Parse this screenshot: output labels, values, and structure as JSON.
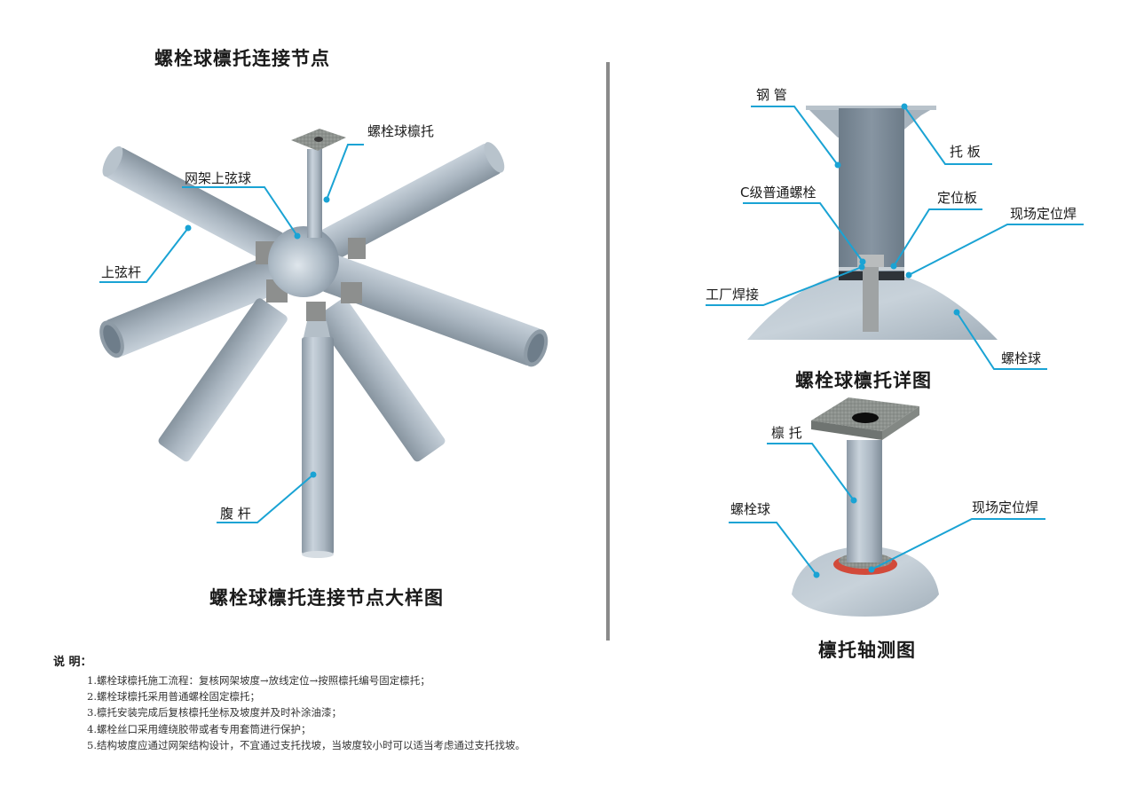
{
  "sheet": {
    "main_title": "螺栓球檩托连接节点",
    "accent_color": "#1aa3d4",
    "divider_color": "#8a8a8a"
  },
  "left_figure": {
    "caption": "螺栓球檩托连接节点大样图",
    "labels": {
      "purlin_support": "螺栓球檩托",
      "upper_chord_ball": "网架上弦球",
      "upper_chord_bar": "上弦杆",
      "web_bar": "腹 杆"
    }
  },
  "detail_figure": {
    "caption": "螺栓球檩托详图",
    "labels": {
      "steel_pipe": "钢 管",
      "support_plate": "托 板",
      "c_grade_bolt": "C级普通螺栓",
      "positioning_plate": "定位板",
      "field_tack_weld": "现场定位焊",
      "factory_weld": "工厂焊接",
      "bolt_ball": "螺栓球"
    }
  },
  "axonometric_figure": {
    "caption": "檩托轴测图",
    "labels": {
      "purlin_support": "檩 托",
      "bolt_ball": "螺栓球",
      "field_tack_weld": "现场定位焊"
    }
  },
  "notes": {
    "heading": "说  明：",
    "items": [
      "1.螺栓球檩托施工流程：复核网架坡度→放线定位→按照檩托编号固定檩托；",
      "2.螺栓球檩托采用普通螺栓固定檩托；",
      "3.檩托安装完成后复核檩托坐标及坡度并及时补涂油漆；",
      "4.螺栓丝口采用缠绕胶带或者专用套筒进行保护；",
      "5.结构坡度应通过网架结构设计，不宜通过支托找坡，当坡度较小时可以适当考虑通过支托找坡。"
    ]
  }
}
